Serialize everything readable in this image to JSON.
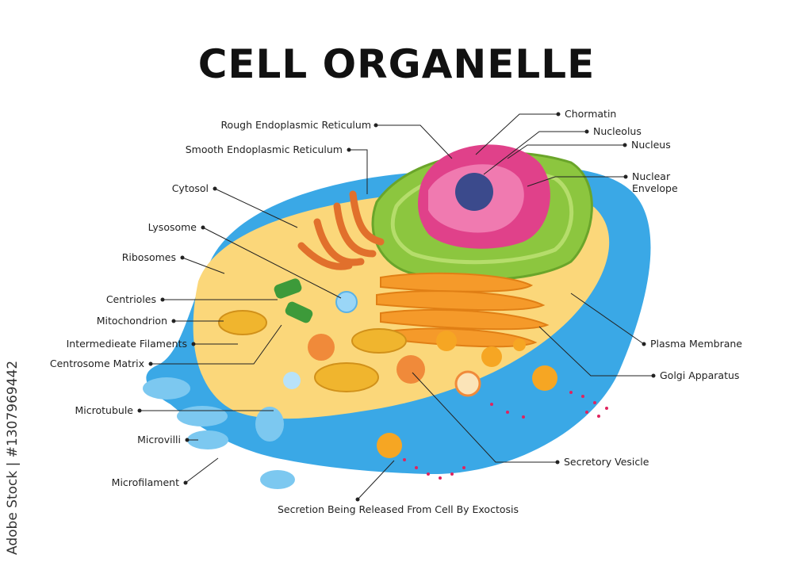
{
  "title": "CELL ORGANELLE",
  "side_credit": "Adobe Stock | #1307969442",
  "labels": {
    "rough_er": "Rough Endoplasmic Reticulum",
    "smooth_er": "Smooth Endoplasmic Reticulum",
    "cytosol": "Cytosol",
    "lysosome": "Lysosome",
    "ribosomes": "Ribosomes",
    "centrioles": "Centrioles",
    "mitochondrion": "Mitochondrion",
    "intermediate_filaments": "Intermedieate Filaments",
    "centrosome_matrix": "Centrosome Matrix",
    "microtubule": "Microtubule",
    "microvilli": "Microvilli",
    "microfilament": "Microfilament",
    "chromatin": "Chormatin",
    "nucleolus": "Nucleolus",
    "nucleus": "Nucleus",
    "nuclear_envelope_1": "Nuclear",
    "nuclear_envelope_2": "Envelope",
    "plasma_membrane": "Plasma Membrane",
    "golgi": "Golgi Apparatus",
    "secretory_vesicle": "Secretory Vesicle",
    "exocytosis": "Secretion Being Released From Cell By Exoctosis"
  },
  "colors": {
    "membrane": "#3aa8e6",
    "cytoplasm": "#fbd77a",
    "er_green": "#8cc63f",
    "nucleus_pink": "#e0418a",
    "golgi_orange": "#f59a2a",
    "smooth_er": "#e1702c",
    "nucleolus": "#3b4a8c",
    "vesicle": "#f6a623",
    "dots": "#e0245e"
  }
}
